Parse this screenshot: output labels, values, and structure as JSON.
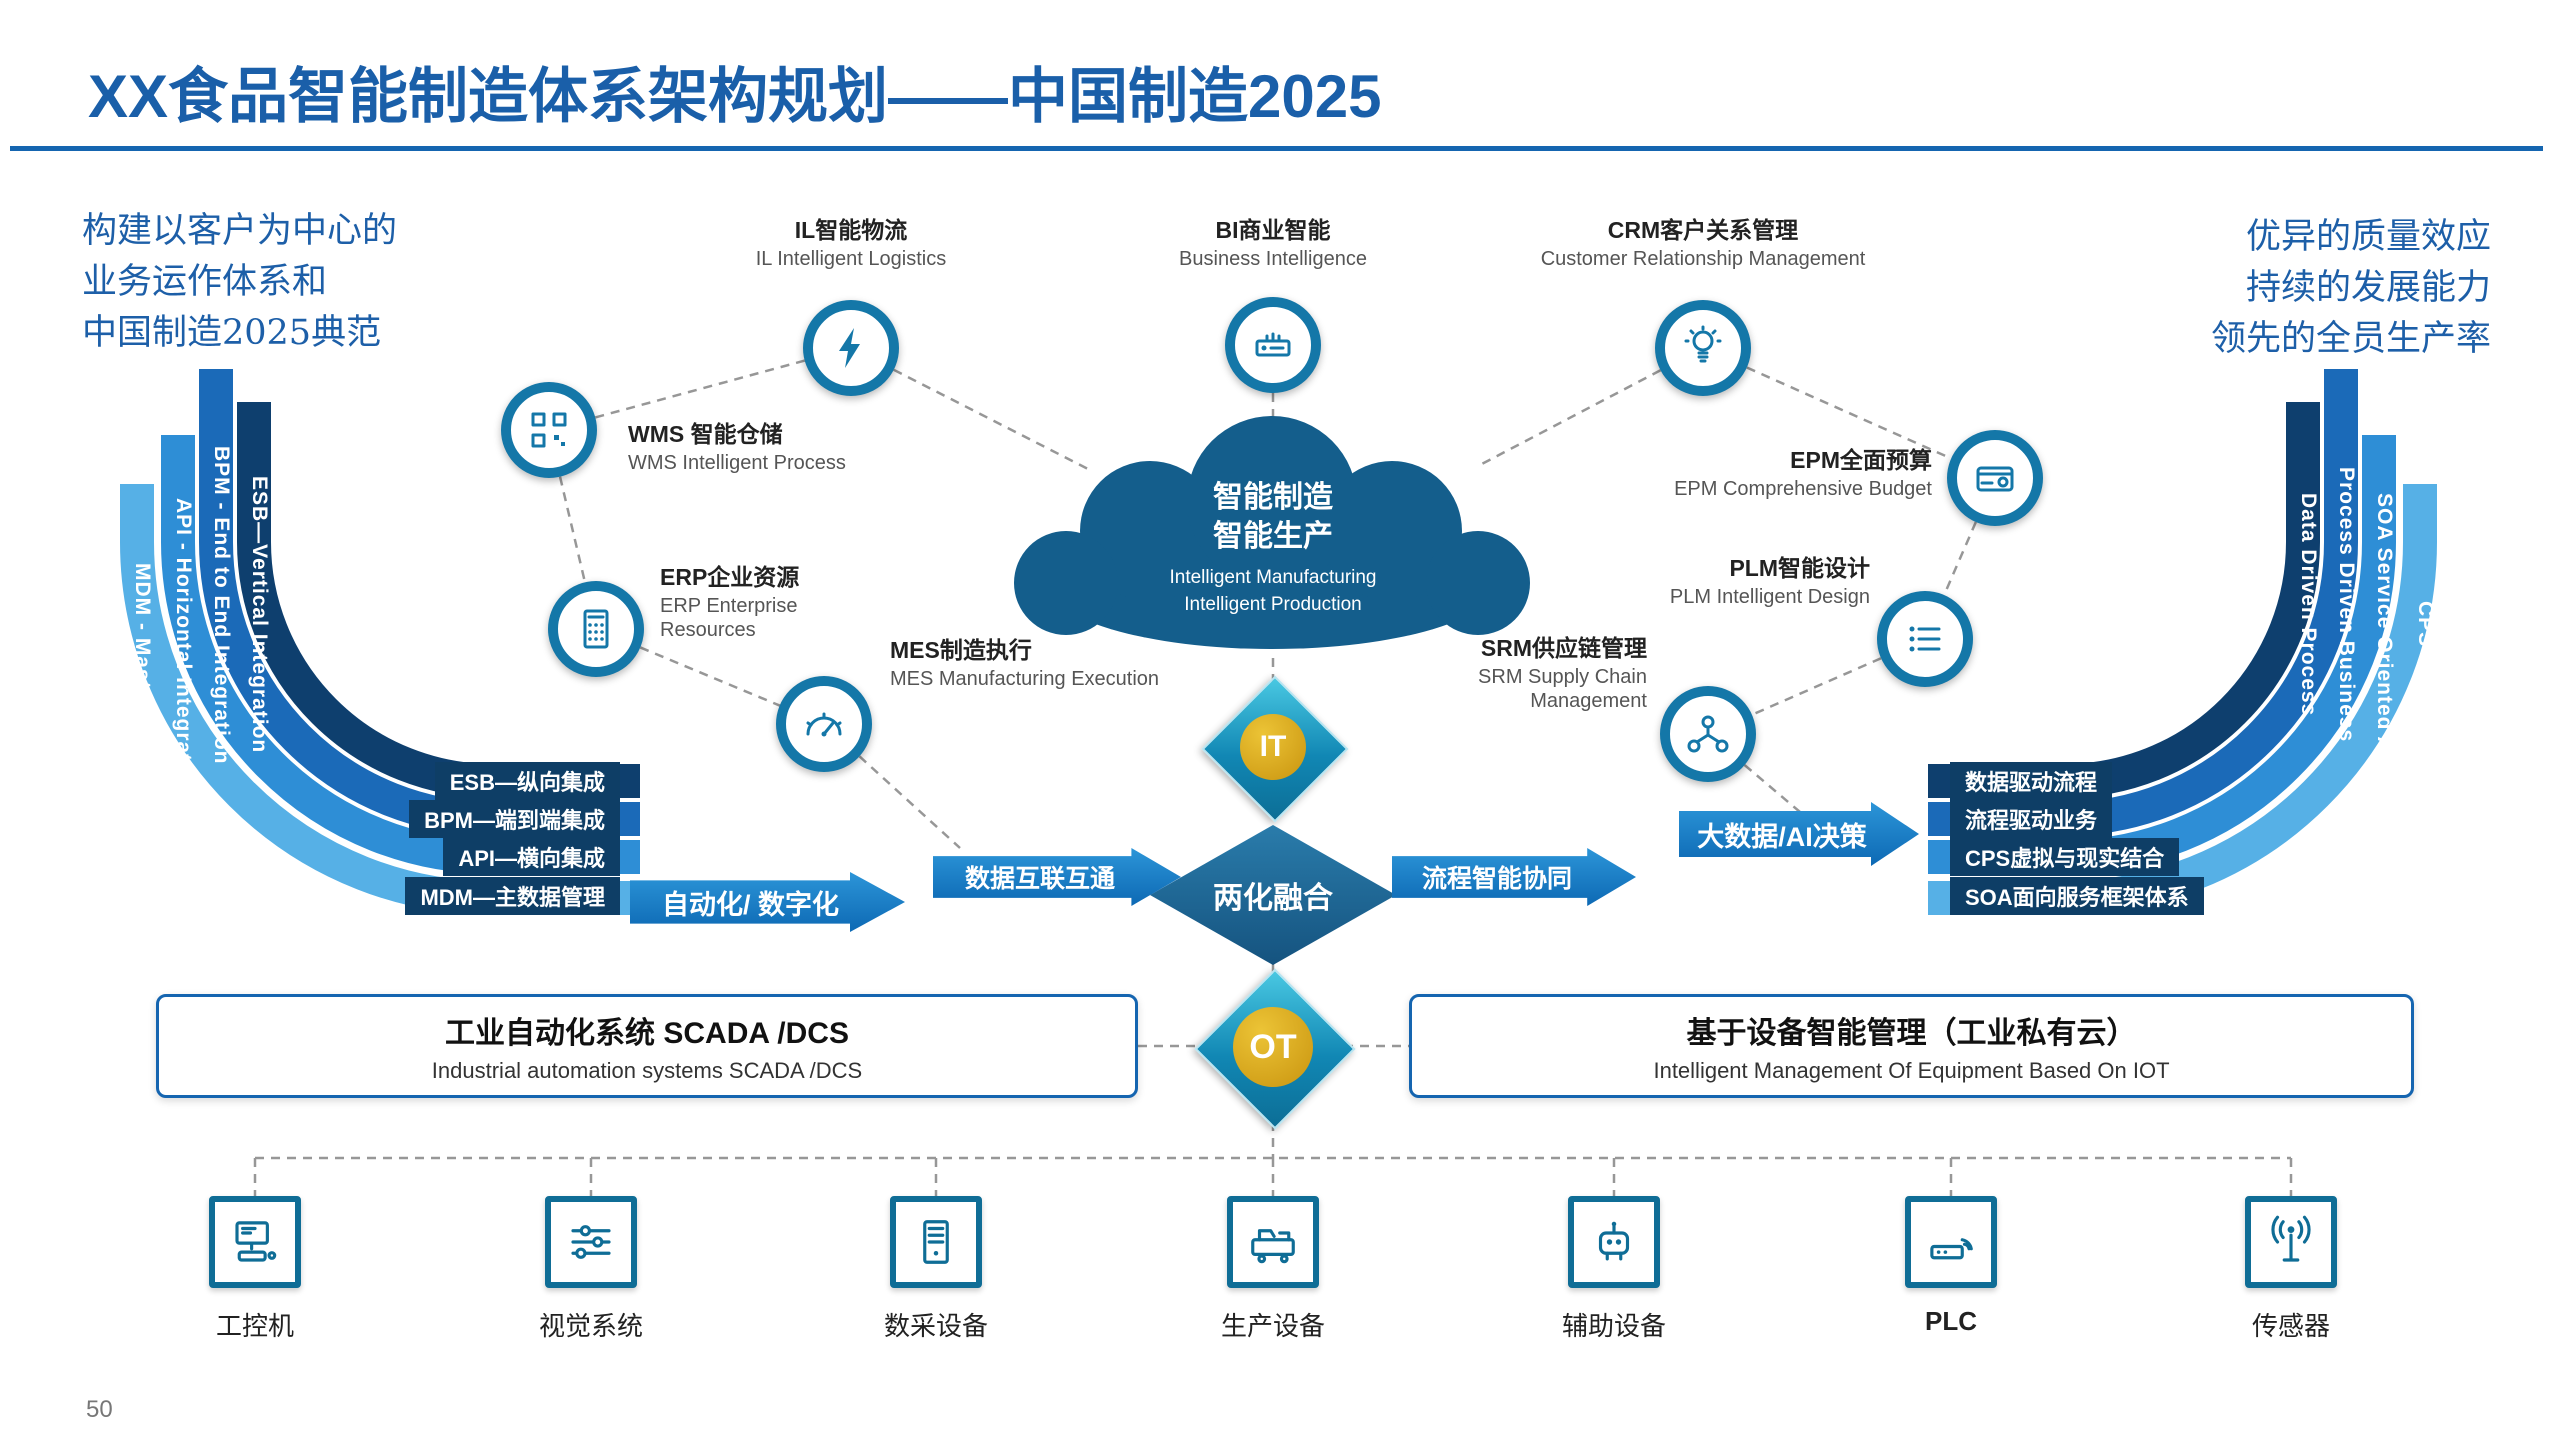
{
  "slide": {
    "page_number": "50"
  },
  "header": {
    "title": "XX食品智能制造体系架构规划——中国制造2025"
  },
  "notes": {
    "left": [
      "构建以客户为中心的",
      "业务运作体系和",
      "中国制造2025典范"
    ],
    "right": [
      "优异的质量效应",
      "持续的发展能力",
      "领先的全员生产率"
    ]
  },
  "systems": {
    "il": {
      "zh": "IL智能物流",
      "en": "IL Intelligent Logistics"
    },
    "bi": {
      "zh": "BI商业智能",
      "en": "Business Intelligence"
    },
    "crm": {
      "zh": "CRM客户关系管理",
      "en": "Customer Relationship Management"
    },
    "wms": {
      "zh": "WMS 智能仓储",
      "en": "WMS Intelligent Process"
    },
    "erp": {
      "zh": "ERP企业资源",
      "en": "ERP Enterprise Resources"
    },
    "mes": {
      "zh": "MES制造执行",
      "en": "MES Manufacturing Execution"
    },
    "epm": {
      "zh": "EPM全面预算",
      "en": "EPM Comprehensive Budget"
    },
    "plm": {
      "zh": "PLM智能设计",
      "en": "PLM Intelligent Design"
    },
    "srm": {
      "zh": "SRM供应链管理",
      "en": "SRM Supply Chain Management"
    }
  },
  "cloud": {
    "zh_line1": "智能制造",
    "zh_line2": "智能生产",
    "en_line1": "Intelligent Manufacturing",
    "en_line2": "Intelligent Production"
  },
  "core": {
    "it": "IT",
    "ot": "OT",
    "fusion": "两化融合"
  },
  "arrows": {
    "automation": "自动化/ 数字化",
    "interconnect": "数据互联互通",
    "process": "流程智能协同",
    "bigdata": "大数据/AI决策"
  },
  "left_bands": {
    "vertical_labels": [
      "MDM - Master Data",
      "API - Horizontal Integration",
      "BPM - End to End Integration",
      "ESB—Vertical Integration"
    ],
    "bars": [
      "ESB—纵向集成",
      "BPM—端到端集成",
      "API—横向集成",
      "MDM—主数据管理"
    ]
  },
  "right_bands": {
    "vertical_labels": [
      "Data Driven Process",
      "Process Driven Business",
      "SOA Service Oriented Architecture",
      "CPS Virtual Reality"
    ],
    "bars": [
      "数据驱动流程",
      "流程驱动业务",
      "CPS虚拟与现实结合",
      "SOA面向服务框架体系"
    ]
  },
  "bottom_boxes": {
    "left": {
      "zh": "工业自动化系统 SCADA /DCS",
      "en": "Industrial automation systems SCADA /DCS"
    },
    "right": {
      "zh": "基于设备智能管理（工业私有云）",
      "en": "Intelligent Management Of Equipment Based On IOT"
    }
  },
  "devices": [
    {
      "label": "工控机"
    },
    {
      "label": "视觉系统"
    },
    {
      "label": "数采设备"
    },
    {
      "label": "生产设备"
    },
    {
      "label": "辅助设备"
    },
    {
      "label": "PLC"
    },
    {
      "label": "传感器"
    }
  ],
  "colors": {
    "accent_blue": "#1565b0",
    "title_blue": "#1a5fa9",
    "circle_ring": "#1477a8",
    "cloud_fill": "#145e8c",
    "band_light": "#56b0e6",
    "band_mid": "#2e8ed6",
    "band_dark": "#1b6ab8",
    "band_navy": "#0e3f6e",
    "gold": "#d0a013"
  }
}
